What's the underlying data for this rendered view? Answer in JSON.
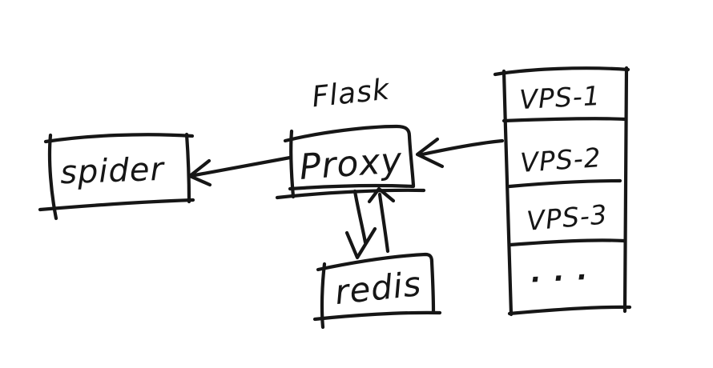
{
  "diagram": {
    "background": "#ffffff",
    "ink_color": "#161616",
    "nodes": {
      "spider": {
        "label": "spider"
      },
      "proxy": {
        "label": "Proxy",
        "annotation": "Flask"
      },
      "redis": {
        "label": "redis"
      },
      "vps_stack": {
        "items": [
          {
            "label": "VPS-1"
          },
          {
            "label": "VPS-2"
          },
          {
            "label": "VPS-3"
          },
          {
            "label": "···"
          }
        ]
      }
    },
    "edges": [
      {
        "from": "vps_stack",
        "to": "proxy",
        "style": "arrow-left"
      },
      {
        "from": "proxy",
        "to": "spider",
        "style": "arrow-left"
      },
      {
        "from": "proxy",
        "to": "redis",
        "style": "arrow-down"
      },
      {
        "from": "redis",
        "to": "proxy",
        "style": "arrow-up"
      }
    ]
  }
}
